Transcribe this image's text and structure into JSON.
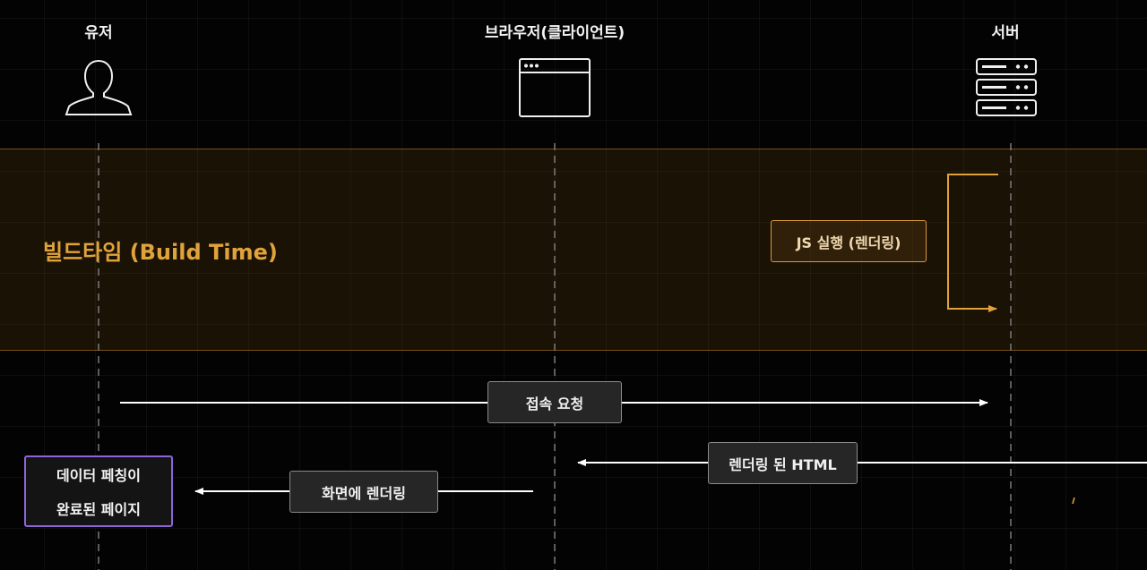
{
  "actors": {
    "user": "유저",
    "browser": "브라우저(클라이언트)",
    "server": "서버"
  },
  "build_band": {
    "title": "빌드타임 (Build Time)",
    "js_execution_label": "JS 실행 (렌더링)"
  },
  "messages": {
    "connect_request": "접속 요청",
    "rendered_html": "렌더링 된 HTML",
    "render_on_screen": "화면에 렌더링"
  },
  "result": {
    "line1": "데이터 페칭이",
    "line2": "완료된 페이지"
  },
  "colors": {
    "accent_orange": "#e0a33c",
    "result_border": "#8e64d8",
    "arrow_white": "#ffffff"
  }
}
